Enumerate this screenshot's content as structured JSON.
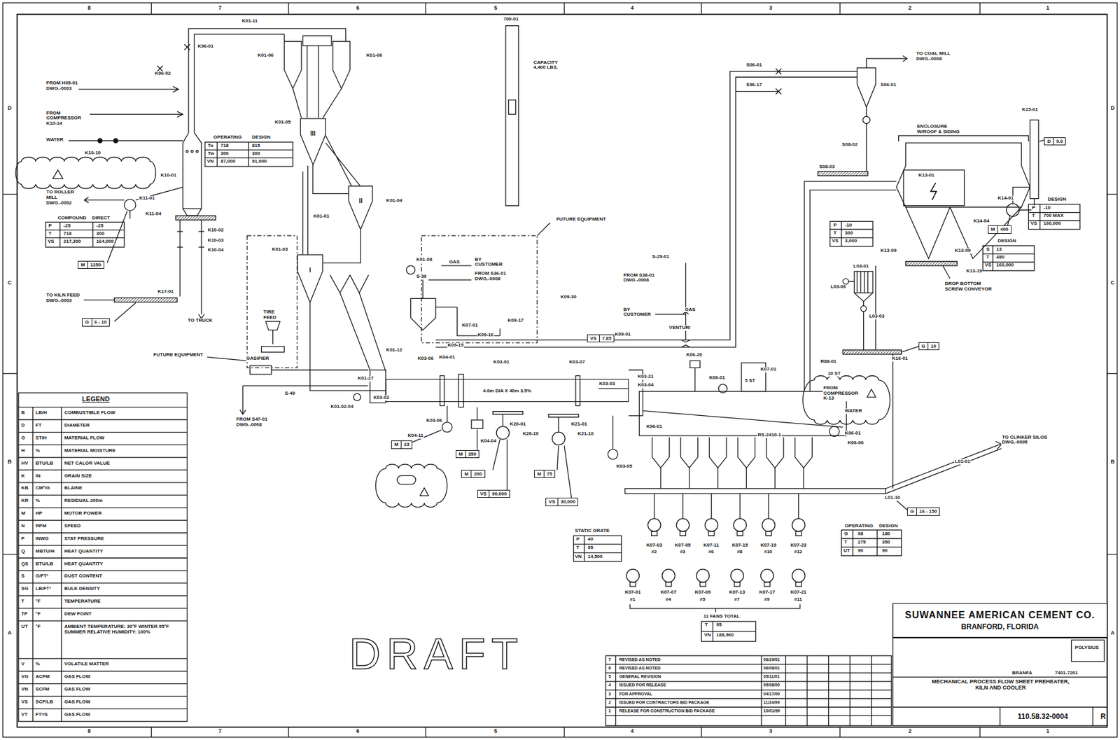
{
  "diagram": {
    "nodes": [
      {
        "text": [
          "III"
        ]
      },
      {
        "text": [
          "II"
        ]
      },
      {
        "text": [
          "I"
        ]
      },
      {
        "text": [
          "4.0m DIA X 40m 3.5%"
        ]
      },
      {
        "text": [
          "M",
          "1250"
        ]
      },
      {
        "text": [
          "G",
          "6 - 10"
        ]
      },
      {
        "text": [
          "M",
          "23"
        ]
      },
      {
        "text": [
          "M",
          "350"
        ]
      },
      {
        "text": [
          "M",
          "200"
        ]
      },
      {
        "text": [
          "VS",
          "90,000"
        ]
      },
      {
        "text": [
          "M",
          "75"
        ]
      },
      {
        "text": [
          "VS",
          "30,000"
        ]
      },
      {
        "text": [
          "VS",
          "7.85"
        ]
      },
      {
        "text": [
          "G",
          "10"
        ]
      },
      {
        "text": [
          "D",
          "9.6"
        ]
      },
      {
        "text": [
          "M",
          "400"
        ]
      },
      {
        "text": [
          "G",
          "16 - 150"
        ]
      },
      {
        "text": [
          "SUWANNEE AMERICAN CEMENT CO.",
          "BRANFORD, FLORIDA"
        ]
      }
    ],
    "edges": [
      {
        "from": 0,
        "to": 1,
        "arrow": "none"
      },
      {
        "from": 1,
        "to": 2,
        "arrow": "none"
      },
      {
        "from": 2,
        "to": 3,
        "arrow": "none"
      }
    ],
    "labels": [
      "8",
      "7",
      "6",
      "5",
      "4",
      "3",
      "2",
      "1",
      "8",
      "7",
      "6",
      "5",
      "4",
      "3",
      "2",
      "1",
      "D",
      "C",
      "B",
      "A",
      "D",
      "C",
      "B",
      "A",
      "K01-11",
      "K96-01",
      "K96-02",
      "K01-06",
      "K01-06",
      "K01-05",
      "FROM H05-01 DWG.-0003",
      "FROM COMPRESSOR K10-14",
      "WATER",
      "K10-10",
      "K10-01",
      "TO ROLLER MILL DWG.-0002",
      "K11-01",
      "K11-04",
      "K10-02",
      "K10-03",
      "K10-04",
      "COMPOUND",
      "DIRECT",
      "P",
      "-25",
      "-25",
      "T",
      "718",
      "300",
      "VS",
      "217,300",
      "164,000",
      "OPERATING",
      "DESIGN",
      "To",
      "718",
      "815",
      "Tw",
      "300",
      "300",
      "VN",
      "87,000",
      "91,000",
      "TO KILN FEED DWG.-0003",
      "K17-01",
      "TO TRUCK",
      "TIRE FEED",
      "FUTURE EQUIPMENT",
      "GASIFIER",
      "S-49",
      "FROM S47-01 DWG.-0008",
      "K01-01",
      "K01-03",
      "K01-04",
      "700-01",
      "CAPACITY 4,400 LBS.",
      "FUTURE EQUIPMENT",
      "K01-08",
      "GAS",
      "BY CUSTOMER",
      "S-39",
      "FROM S36-01 DWG.-0008",
      "K07-01",
      "K09-16",
      "K09-17",
      "K09-15",
      "K09-30",
      "K01-12",
      "K01-27",
      "K01-02-04",
      "K03-02",
      "K03-06",
      "K04-01",
      "K03-01",
      "K03-07",
      "K03-03",
      "K03-21",
      "K03-04",
      "K03-06",
      "K04-11",
      "K04-04",
      "K20-01",
      "K20-10",
      "K21-01",
      "K21-10",
      "K03-05",
      "FROM S38-01 DWG.-0008",
      "S-29-01",
      "BY CUSTOMER",
      "GAS",
      "K09-01",
      "VENTURI",
      "K06-20",
      "K06-01",
      "K07-01",
      "5 ST",
      "K96-01",
      "RS-2410-1",
      "K06-01",
      "K06-06",
      "FROM COMPRESSOR K-13",
      "WATER",
      "R88-01",
      "10 ST",
      "S06-01",
      "S96-17",
      "S06-01",
      "TO COAL MILL DWG.-0008",
      "S08-02",
      "S08-03",
      "ENCLOSURE W/ROOF & SIDING",
      "K13-01",
      "K15-01",
      "K14-01",
      "K14-04",
      "DESIGN",
      "P",
      "-10",
      "T",
      "700 MAX",
      "VS",
      "160,000",
      "DESIGN",
      "S",
      "13",
      "T",
      "480",
      "VS",
      "160,000",
      "P",
      "-10",
      "T",
      "300",
      "VS",
      "3,000",
      "K13-09",
      "K13-09",
      "K13-19",
      "DROP BOTTOM SCREW CONVEYOR",
      "L03-01",
      "L03-06",
      "L03-03",
      "K16-01",
      "TO CLINKER SILOS DWG.-0005",
      "L01-01",
      "L01-10",
      "OPERATING",
      "DESIGN",
      "G",
      "98",
      "180",
      "T",
      "275",
      "350",
      "UT",
      "90",
      "90",
      "STATIC GRATE",
      "P",
      "40",
      "T",
      "95",
      "VN",
      "14,500",
      "K07-03",
      "#2",
      "K07-05",
      "#3",
      "K07-11",
      "#6",
      "K07-15",
      "#8",
      "K07-19",
      "#10",
      "K07-23",
      "#12",
      "K07-01",
      "#1",
      "K07-07",
      "#4",
      "K07-09",
      "#5",
      "K07-13",
      "#7",
      "K07-17",
      "#9",
      "K07-21",
      "#11",
      "11 FANS TOTAL",
      "T",
      "95",
      "VN",
      "188,960",
      "LEGEND",
      "B",
      "LB/H",
      "D",
      "FT",
      "G",
      "ST/H",
      "H",
      "%",
      "HV",
      "BTU/LB",
      "K",
      "IN",
      "KB",
      "CM²/G",
      "KR",
      "%",
      "M",
      "HP",
      "N",
      "RPM",
      "P",
      "INWG",
      "Q",
      "MBTU/H",
      "QS",
      "BTU/LB",
      "S",
      "G/FT³",
      "SG",
      "LB/FT³",
      "T",
      "°F",
      "TP",
      "°F",
      "UT",
      "°F",
      "V",
      "%",
      "VG",
      "ACFM",
      "VN",
      "SCFM",
      "VS",
      "SCF/LB",
      "VT",
      "FT³/S",
      "DRAFT",
      "MECHANICAL PROCESS FLOW SHEET PREHEATER, KILN AND COOLER",
      "110.58.32-0004",
      "R",
      "POLYSIUS",
      "BRANFA",
      "7401-7201",
      "7",
      "REVISED AS NOTED",
      "06/29/01",
      "6",
      "REVISED AS NOTED",
      "06/08/01",
      "5",
      "GENERAL REVISION",
      "05/11/01",
      "4",
      "ISSUED FOR RELEASE",
      "05/08/00",
      "3",
      "FOR APPROVAL",
      "04/17/00",
      "2",
      "ISSUED FOR CONTRACTORS BID PACKAGE",
      "11/24/99",
      "1",
      "RELEASE FOR CONSTRUCTION BID PACKAGE",
      "10/01/99"
    ],
    "legend": [
      {
        "text": "COMBUSTIBLE FLOW"
      },
      {
        "text": "DIAMETER"
      },
      {
        "text": "MATERIAL FLOW"
      },
      {
        "text": "MATERIAL MOISTURE"
      },
      {
        "text": "NET CALOR VALUE"
      },
      {
        "text": "GRAIN SIZE"
      },
      {
        "text": "BLAINE"
      },
      {
        "text": "RESIDUAL 200m"
      },
      {
        "text": "MOTOR POWER"
      },
      {
        "text": "SPEED"
      },
      {
        "text": "STAT PRESSURE"
      },
      {
        "text": "HEAT QUANTITY"
      },
      {
        "text": "HEAT QUANTITY"
      },
      {
        "text": "DUST CONTENT"
      },
      {
        "text": "BULK DENSITY"
      },
      {
        "text": "TEMPERATURE"
      },
      {
        "text": "DEW POINT"
      },
      {
        "text": "AMBIENT TEMPERATURE: 30°F WINTER 95°F SUMMER RELATIVE HUMIDITY: 100%"
      },
      {
        "text": "VOLATILE MATTER"
      },
      {
        "text": "GAS FLOW"
      },
      {
        "text": "GAS FLOW"
      },
      {
        "text": "GAS FLOW"
      },
      {
        "text": "GAS FLOW"
      }
    ]
  }
}
